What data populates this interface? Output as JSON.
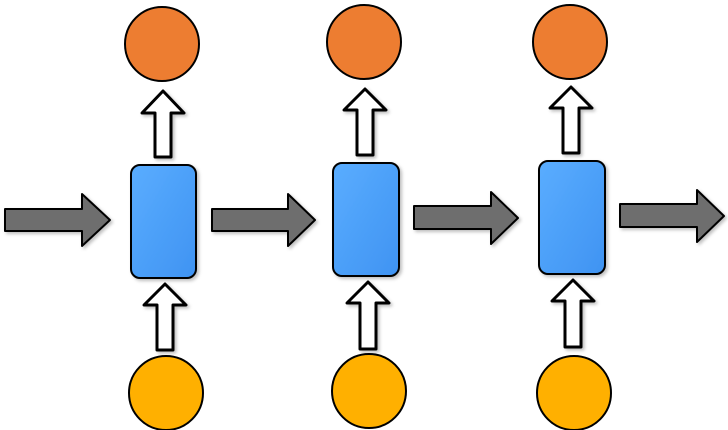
{
  "diagram": {
    "type": "recurrent-network-unrolled",
    "colors": {
      "background": "#ffffff",
      "output_node": "#ED7D31",
      "input_node": "#FFB000",
      "cell_light": "#5AADFF",
      "cell_dark": "#3F93F2",
      "recurrent_arrow": "#6E6E6E",
      "vertical_arrow": "#ffffff",
      "stroke": "#000000"
    },
    "icons": {
      "output_node": "orange-circle",
      "input_node": "yellow-circle",
      "cell": "blue-rounded-rectangle",
      "recurrent_arrow": "gray-right-arrow",
      "vertical_arrow": "hollow-up-arrow"
    },
    "steps": [
      {
        "label": ""
      },
      {
        "label": ""
      },
      {
        "label": ""
      }
    ]
  }
}
